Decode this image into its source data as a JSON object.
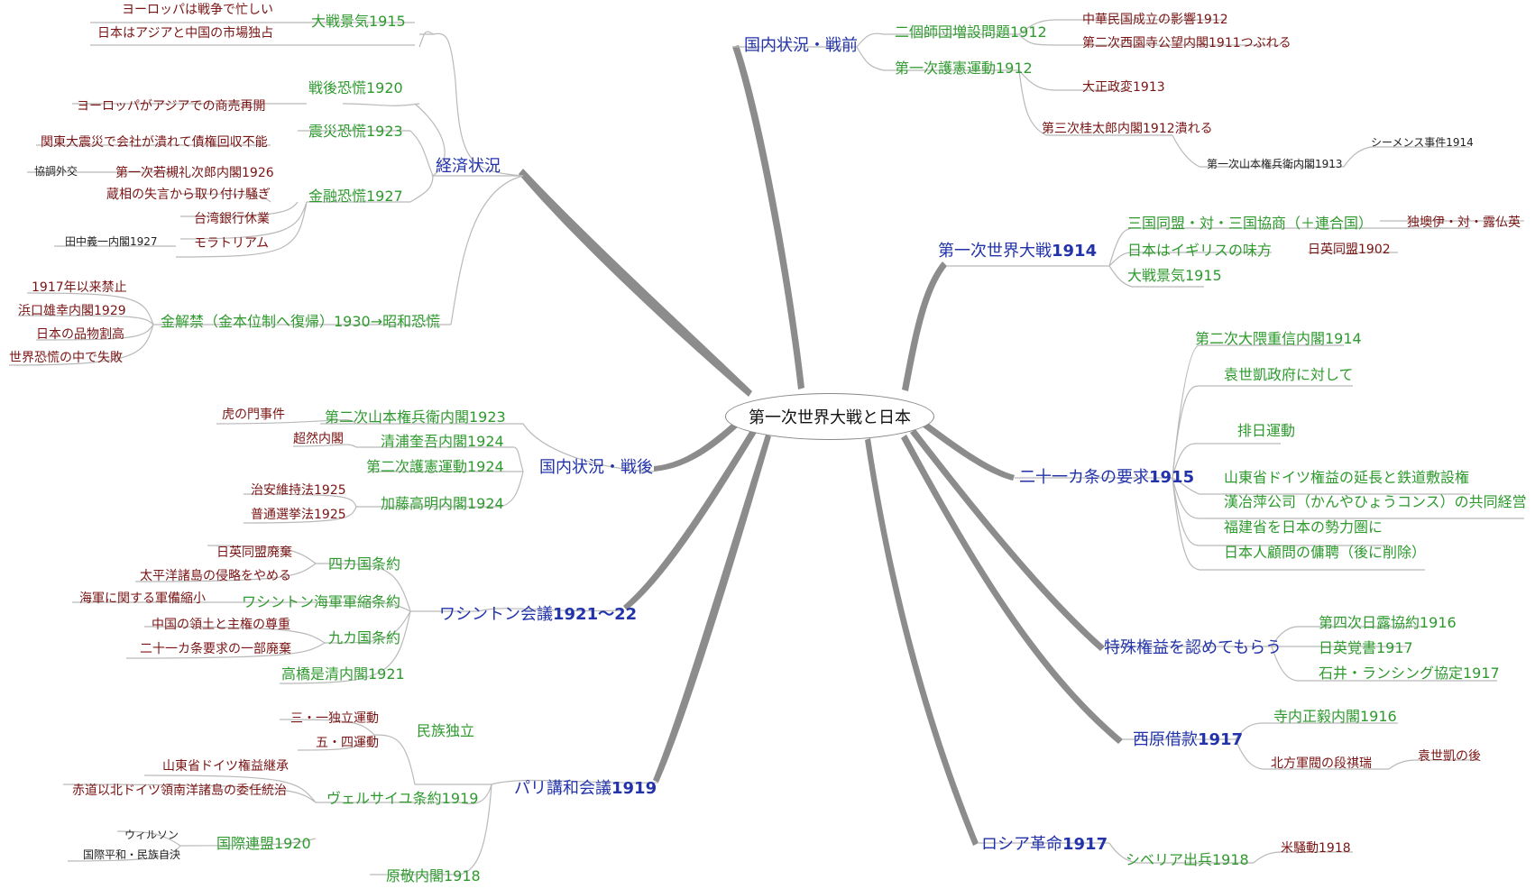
{
  "center": {
    "title": "第一次世界大戦と日本"
  },
  "branches": {
    "keizai": {
      "label": "経済状況",
      "taisen_keiki": {
        "label": "大戦景気1915",
        "items": [
          "ヨーロッパは戦争で忙しい",
          "日本はアジアと中国の市場独占"
        ]
      },
      "sengo_kyoko": {
        "label": "戦後恐慌1920",
        "items": [
          "ヨーロッパがアジアでの商売再開"
        ]
      },
      "shinsai_kyoko": {
        "label": "震災恐慌1923",
        "items": [
          "関東大震災で会社が潰れて債権回収不能"
        ]
      },
      "kinyu_kyoko": {
        "label": "金融恐慌1927",
        "wakatsuki": "第一次若槻礼次郎内閣1926",
        "kyocho": "協調外交",
        "kataribe": "蔵相の失言から取り付け騒ぎ",
        "taiwan": "台湾銀行休業",
        "moratorium": "モラトリアム",
        "tanaka": "田中義一内閣1927"
      },
      "kinkaikin": {
        "label": "金解禁（金本位制へ復帰）1930→昭和恐慌",
        "items": [
          "1917年以来禁止",
          "浜口雄幸内閣1929",
          "日本の品物割高",
          "世界恐慌の中で失敗"
        ]
      }
    },
    "kokunai_sengo": {
      "label": "国内状況・戦後",
      "yamamoto2": {
        "label": "第二次山本権兵衛内閣1923",
        "note": "虎の門事件"
      },
      "kiyoura": {
        "label": "清浦奎吾内閣1924",
        "note": "超然内閣"
      },
      "goken2": {
        "label": "第二次護憲運動1924"
      },
      "kato": {
        "label": "加藤高明内閣1924",
        "items": [
          "治安維持法1925",
          "普通選挙法1925"
        ]
      }
    },
    "washington": {
      "label_main": "ワシントン会議",
      "label_bold": "1921～22",
      "yonkakoku": {
        "label": "四カ国条約",
        "items": [
          "日英同盟廃棄",
          "太平洋諸島の侵略をやめる"
        ]
      },
      "kaigun": {
        "label": "ワシントン海軍軍縮条約",
        "note": "海軍に関する軍備縮小"
      },
      "kyukakoku": {
        "label": "九カ国条約",
        "items": [
          "中国の領土と主権の尊重",
          "二十一カ条要求の一部廃棄"
        ]
      },
      "takahashi": {
        "label": "高橋是清内閣1921"
      }
    },
    "paris": {
      "label_main": "パリ講和会議",
      "label_bold": "1919",
      "minzoku": {
        "label": "民族独立",
        "items": [
          "三・一独立運動",
          "五・四運動"
        ]
      },
      "versailles": {
        "label": "ヴェルサイユ条約1919",
        "items": [
          "山東省ドイツ権益継承",
          "赤道以北ドイツ領南洋諸島の委任統治"
        ]
      },
      "kokusai": {
        "label": "国際連盟1920",
        "items": [
          "ウィルソン",
          "国際平和・民族自決"
        ]
      },
      "hara": {
        "label": "原敬内閣1918"
      }
    },
    "kokunai_senzen": {
      "label": "国内状況・戦前",
      "nikoshidan": {
        "label": "二個師団増設問題1912",
        "items": [
          "中華民国成立の影響1912",
          "第二次西園寺公望内閣1911つぶれる"
        ]
      },
      "goken1": {
        "label": "第一次護憲運動1912",
        "taisho": "大正政変1913",
        "katsura": "第三次桂太郎内閣1912潰れる",
        "yamamoto1": "第一次山本権兵衛内閣1913",
        "siemens": "シーメンス事件1914"
      }
    },
    "ww1": {
      "label_main": "第一次世界大戦",
      "label_bold": "1914",
      "sangoku": {
        "label": "三国同盟・対・三国協商（＋連合国）",
        "note": "独墺伊・対・露仏英"
      },
      "igirisu": {
        "label": "日本はイギリスの味方",
        "note": "日英同盟1902"
      },
      "taisen_keiki": {
        "label": "大戦景気1915"
      }
    },
    "nijuichi": {
      "label_main": "二十一カ条の要求",
      "label_bold": "1915",
      "items": [
        "第二次大隈重信内閣1914",
        "袁世凱政府に対して",
        "排日運動",
        "山東省ドイツ権益の延長と鉄道敷設権",
        "漢冶萍公司（かんやひょうコンス）の共同経営",
        "福建省を日本の勢力圏に",
        "日本人顧問の傭聘（後に削除）"
      ]
    },
    "tokushu": {
      "label": "特殊権益を認めてもらう",
      "items": [
        "第四次日露協約1916",
        "日英覚書1917",
        "石井・ランシング協定1917"
      ]
    },
    "nishihara": {
      "label_main": "西原借款",
      "label_bold": "1917",
      "terauchi": "寺内正毅内閣1916",
      "hoppo": "北方軍閥の段祺瑞",
      "enseigai": "袁世凱の後"
    },
    "russia": {
      "label_main": "ロシア革命",
      "label_bold": "1917",
      "siberia": "シベリア出兵1918",
      "kome": "米騒動1918"
    }
  },
  "colors": {
    "main": "#2233aa",
    "sub": "#2e9a2e",
    "leaf": "#7a1414",
    "line": "#b9b9b9",
    "thick": "#8c8c8c"
  }
}
